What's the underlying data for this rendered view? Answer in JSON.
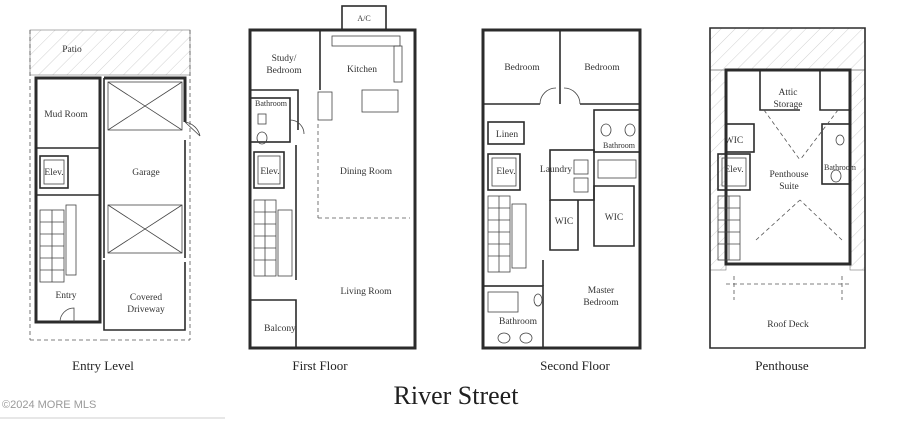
{
  "title": "River Street",
  "copyright": "©2024 MORE MLS",
  "floors": [
    {
      "label": "Entry Level",
      "rooms": [
        "Patio",
        "Mud Room",
        "Elev.",
        "Garage",
        "Entry",
        "Covered",
        "Driveway"
      ]
    },
    {
      "label": "First Floor",
      "rooms": [
        "A/C",
        "Study/",
        "Bedroom",
        "Kitchen",
        "Bathroom",
        "Elev.",
        "Dining Room",
        "Living Room",
        "Balcony"
      ]
    },
    {
      "label": "Second Floor",
      "rooms": [
        "Bedroom",
        "Bedroom",
        "Linen",
        "Bathroom",
        "Elev.",
        "Laundry",
        "WIC",
        "WIC",
        "Master",
        "Bedroom",
        "Bathroom"
      ]
    },
    {
      "label": "Penthouse",
      "rooms": [
        "Attic",
        "Storage",
        "WIC",
        "Bathroom",
        "Elev.",
        "Penthouse",
        "Suite",
        "Roof Deck"
      ]
    }
  ]
}
